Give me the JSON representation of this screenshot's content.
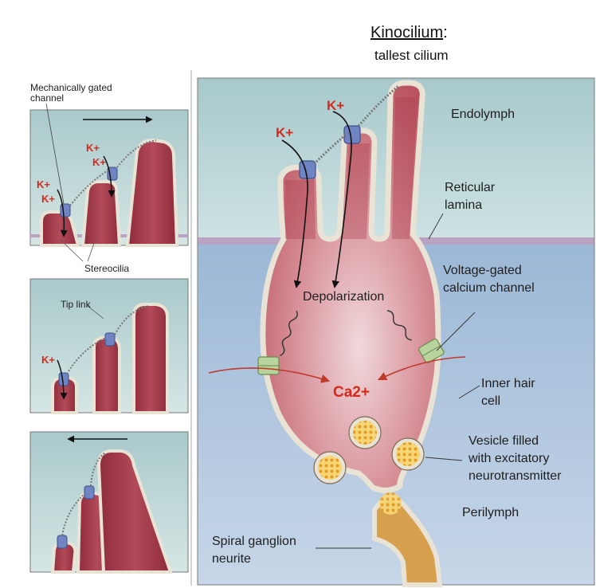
{
  "title": {
    "main": "Kinocilium",
    "colon": ":",
    "sub": "tallest cilium"
  },
  "labels": {
    "mechanically_gated_channel": [
      "Mechanically gated",
      "channel"
    ],
    "stereocilia": "Stereocilia",
    "tip_link": "Tip link",
    "k_plus": "K+",
    "endolymph": "Endolymph",
    "reticular_lamina": [
      "Reticular",
      "lamina"
    ],
    "voltage_gated_calcium_channel": [
      "Voltage-gated",
      "calcium channel"
    ],
    "depolarization": "Depolarization",
    "ca2": "Ca2+",
    "inner_hair_cell": [
      "Inner hair",
      "cell"
    ],
    "vesicle": [
      "Vesicle filled",
      "with excitatory",
      "neurotransmitter"
    ],
    "perilymph": "Perilymph",
    "spiral_ganglion_neurite": [
      "Spiral ganglion",
      "neurite"
    ]
  },
  "colors": {
    "cell_fill": "#c96b75",
    "cilium_fill": "#a83a4a",
    "membrane": "#e9e3d6",
    "endolymph_bg": "#b9d3d6",
    "perilymph_bg": "#a6bfd8",
    "lamina": "#b9a2c2",
    "k_red": "#d42a1e",
    "vesicle_yellow": "#f2b43a",
    "neurite_gold": "#d7a04e"
  }
}
